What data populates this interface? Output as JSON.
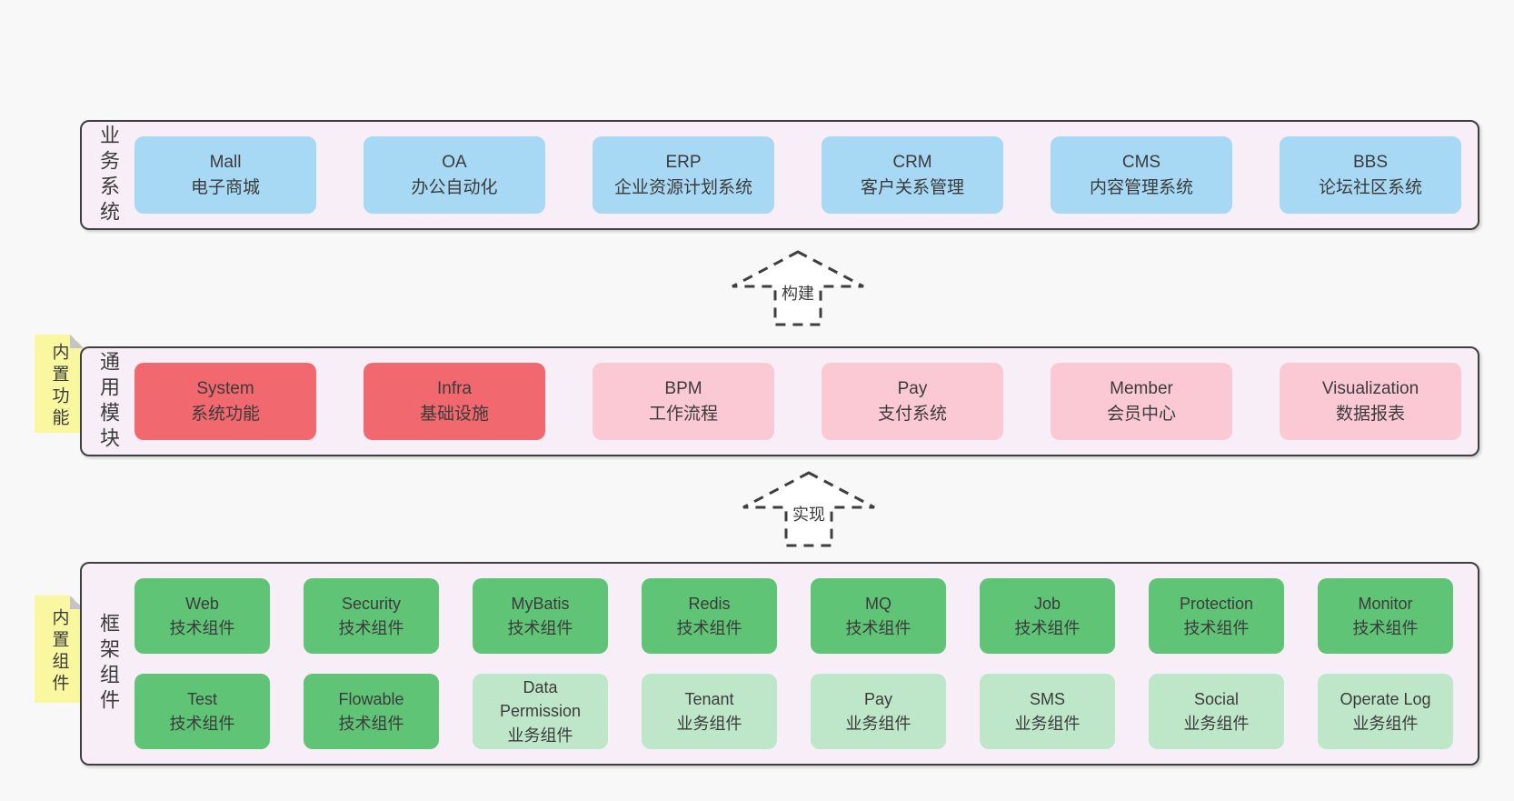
{
  "bands": [
    {
      "side_label": "业务系统",
      "rows": [
        [
          {
            "name": "Mall",
            "sub": "电子商城"
          },
          {
            "name": "OA",
            "sub": "办公自动化"
          },
          {
            "name": "ERP",
            "sub": "企业资源计划系统"
          },
          {
            "name": "CRM",
            "sub": "客户关系管理"
          },
          {
            "name": "CMS",
            "sub": "内容管理系统"
          },
          {
            "name": "BBS",
            "sub": "论坛社区系统"
          }
        ]
      ]
    },
    {
      "side_label": "通用模块",
      "sticky": "内置功能",
      "rows": [
        [
          {
            "name": "System",
            "sub": "系统功能"
          },
          {
            "name": "Infra",
            "sub": "基础设施"
          },
          {
            "name": "BPM",
            "sub": "工作流程"
          },
          {
            "name": "Pay",
            "sub": "支付系统"
          },
          {
            "name": "Member",
            "sub": "会员中心"
          },
          {
            "name": "Visualization",
            "sub": "数据报表"
          }
        ]
      ]
    },
    {
      "side_label": "框架组件",
      "sticky": "内置组件",
      "rows": [
        [
          {
            "name": "Web",
            "sub": "技术组件"
          },
          {
            "name": "Security",
            "sub": "技术组件"
          },
          {
            "name": "MyBatis",
            "sub": "技术组件"
          },
          {
            "name": "Redis",
            "sub": "技术组件"
          },
          {
            "name": "MQ",
            "sub": "技术组件"
          },
          {
            "name": "Job",
            "sub": "技术组件"
          },
          {
            "name": "Protection",
            "sub": "技术组件"
          },
          {
            "name": "Monitor",
            "sub": "技术组件"
          }
        ],
        [
          {
            "name": "Test",
            "sub": "技术组件"
          },
          {
            "name": "Flowable",
            "sub": "技术组件"
          },
          {
            "name": "Data Permission",
            "sub": "业务组件"
          },
          {
            "name": "Tenant",
            "sub": "业务组件"
          },
          {
            "name": "Pay",
            "sub": "业务组件"
          },
          {
            "name": "SMS",
            "sub": "业务组件"
          },
          {
            "name": "Social",
            "sub": "业务组件"
          },
          {
            "name": "Operate Log",
            "sub": "业务组件"
          }
        ]
      ]
    }
  ],
  "arrows": [
    {
      "label": "构建"
    },
    {
      "label": "实现"
    }
  ],
  "colors": {
    "page_bg": "#f8f8f8",
    "panel_bg": "#f8eef7",
    "panel_border": "#3f3f3f",
    "blue_box": "#a7d9f4",
    "red_box": "#f1686e",
    "pink_box": "#fbc9d4",
    "green_box": "#60c477",
    "green_light_box": "#bee7ca",
    "sticky_yellow": "#f9f7a0",
    "text": "#3b3b3b"
  }
}
